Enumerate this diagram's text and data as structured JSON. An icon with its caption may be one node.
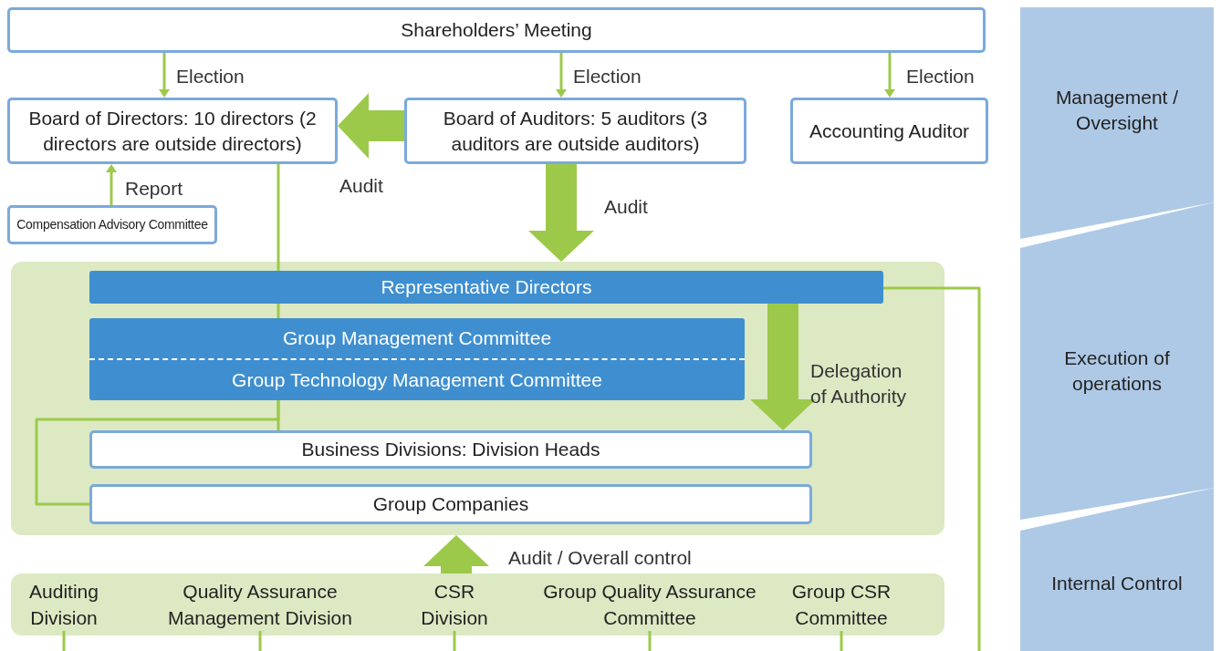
{
  "diagram": {
    "nodes": [
      {
        "text": [
          "Shareholders’ Meeting"
        ]
      },
      {
        "text": [
          "Board of Directors: 10 directors (2 directors are outside directors)"
        ]
      },
      {
        "text": [
          "Board of Auditors: 5 auditors (3 auditors are outside auditors)"
        ]
      },
      {
        "text": [
          "Accounting Auditor"
        ]
      },
      {
        "text": [
          "Compensation Advisory Committee"
        ]
      },
      {
        "text": [],
        "shape": "box"
      },
      {
        "text": [
          "Representative Directors"
        ],
        "in": 5
      },
      {
        "text": [
          "Group Management Committee",
          "Group Technology Management Committee"
        ],
        "in": 5
      },
      {
        "text": [
          "Business Divisions: Division Heads"
        ],
        "in": 5
      },
      {
        "text": [
          "Group Companies"
        ],
        "in": 5
      },
      {
        "text": [],
        "shape": "box"
      },
      {
        "text": [
          "Auditing Division"
        ],
        "in": 10
      },
      {
        "text": [
          "Quality Assurance Management Division"
        ],
        "in": 10
      },
      {
        "text": [
          "CSR Division"
        ],
        "in": 10
      },
      {
        "text": [
          "Group Quality Assurance Committee"
        ],
        "in": 10
      },
      {
        "text": [
          "Group CSR Committee"
        ],
        "in": 10
      },
      {
        "text": [
          "Management / Oversight"
        ]
      },
      {
        "text": [
          "Execution of operations"
        ]
      },
      {
        "text": [
          "Internal Control"
        ]
      }
    ],
    "edges": [
      {
        "from": 0,
        "to": 1,
        "arrow": "to",
        "label": "Election"
      },
      {
        "from": 0,
        "to": 2,
        "arrow": "to",
        "label": "Election"
      },
      {
        "from": 0,
        "to": 3,
        "arrow": "to",
        "label": "Election"
      },
      {
        "from": 2,
        "to": 1,
        "arrow": "to",
        "label": "Audit",
        "style": "thick"
      },
      {
        "from": 4,
        "to": 1,
        "arrow": "to",
        "label": "Report"
      },
      {
        "from": 2,
        "to": 5,
        "arrow": "to",
        "label": "Audit",
        "style": "thick"
      },
      {
        "from": 1,
        "to": 6,
        "arrow": "none"
      },
      {
        "from": 6,
        "to": 7,
        "arrow": "none"
      },
      {
        "from": 7,
        "to": 8,
        "arrow": "none"
      },
      {
        "from": 7,
        "to": 9,
        "arrow": "none"
      },
      {
        "from": 6,
        "to": 8,
        "arrow": "to",
        "label": "Delegation of Authority",
        "style": "thick"
      },
      {
        "from": 10,
        "to": 5,
        "arrow": "to",
        "label": "Audit / Overall control",
        "style": "thick"
      },
      {
        "from": 6,
        "to": null,
        "arrow": "none"
      },
      {
        "from": 11,
        "to": null,
        "arrow": "none"
      },
      {
        "from": 12,
        "to": null,
        "arrow": "none"
      },
      {
        "from": 13,
        "to": null,
        "arrow": "none"
      },
      {
        "from": 14,
        "to": null,
        "arrow": "none"
      },
      {
        "from": 15,
        "to": null,
        "arrow": "none"
      }
    ]
  }
}
